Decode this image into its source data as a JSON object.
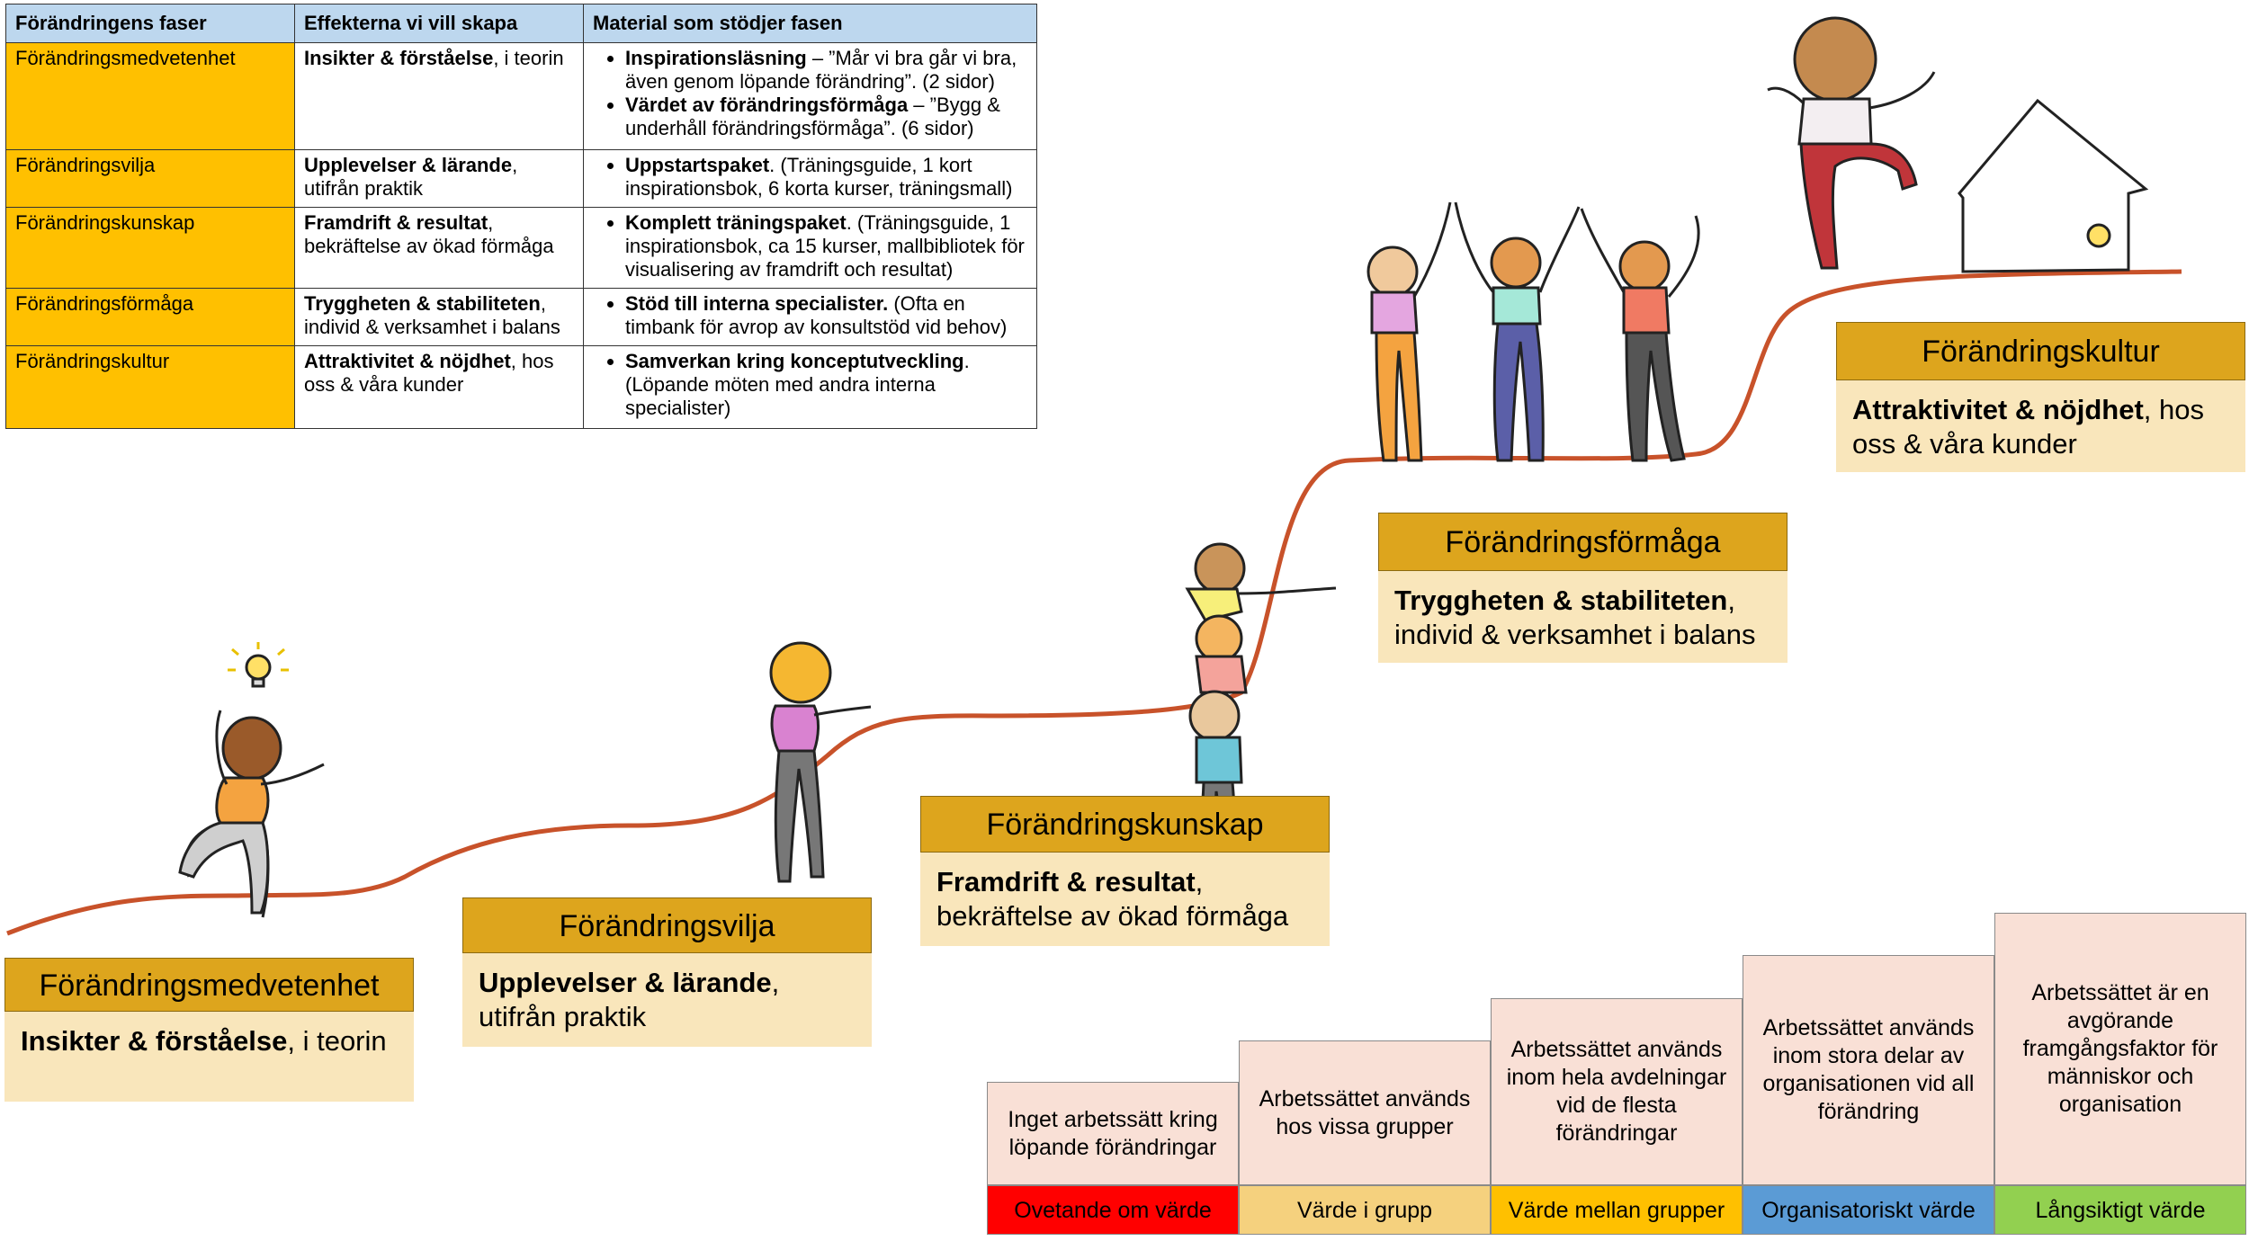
{
  "table": {
    "headers": [
      "Förändringens faser",
      "Effekterna vi vill skapa",
      "Material som stödjer fasen"
    ],
    "rows": [
      {
        "phase": "Förändringsmedvetenhet",
        "effect_bold": "Insikter & förståelse",
        "effect_rest": ", i teorin",
        "materials": [
          {
            "bold": "Inspirationsläsning",
            "rest": " – ”Mår vi bra går vi bra, även genom löpande förändring”. (2 sidor)"
          },
          {
            "bold": "Värdet av förändringsförmåga",
            "rest": " – ”Bygg & underhåll förändringsförmåga”. (6 sidor)"
          }
        ]
      },
      {
        "phase": "Förändringsvilja",
        "effect_bold": "Upplevelser & lärande",
        "effect_rest": ", utifrån praktik",
        "materials": [
          {
            "bold": "Uppstartspaket",
            "rest": ". (Träningsguide, 1 kort inspirationsbok, 6 korta kurser, träningsmall)"
          }
        ]
      },
      {
        "phase": "Förändringskunskap",
        "effect_bold": "Framdrift & resultat",
        "effect_rest": ", bekräftelse av ökad förmåga",
        "materials": [
          {
            "bold": "Komplett träningspaket",
            "rest": ". (Träningsguide, 1 inspirationsbok, ca 15 kurser, mallbibliotek för visualisering av framdrift och resultat)"
          }
        ]
      },
      {
        "phase": "Förändringsförmåga",
        "effect_bold": "Tryggheten & stabiliteten",
        "effect_rest": ", individ & verksamhet i balans",
        "materials": [
          {
            "bold": "Stöd till interna specialister.",
            "rest": " (Ofta en timbank för avrop av konsultstöd vid behov)"
          }
        ]
      },
      {
        "phase": "Förändringskultur",
        "effect_bold": "Attraktivitet & nöjdhet",
        "effect_rest": ", hos oss & våra kunder",
        "materials": [
          {
            "bold": "Samverkan kring konceptutveckling",
            "rest": ". (Löpande möten med andra interna specialister)"
          }
        ]
      }
    ]
  },
  "stages": [
    {
      "title": "Förändringsmedvetenhet",
      "bold": "Insikter & förståelse",
      "rest": ", i teorin"
    },
    {
      "title": "Förändringsvilja",
      "bold": "Upplevelser & lärande",
      "rest": ", utifrån praktik"
    },
    {
      "title": "Förändringskunskap",
      "bold": "Framdrift & resultat",
      "rest": ", bekräftelse av ökad förmåga"
    },
    {
      "title": "Förändringsförmåga",
      "bold": "Tryggheten & stabiliteten",
      "rest": ", individ & verksamhet i balans"
    },
    {
      "title": "Förändringskultur",
      "bold": "Attraktivitet & nöjdhet",
      "rest": ", hos oss & våra kunder"
    }
  ],
  "maturity": [
    {
      "text": "Inget arbetssätt kring löpande förändringar",
      "label": "Ovetande om värde",
      "color": "#ff0000"
    },
    {
      "text": "Arbetssättet används hos vissa grupper",
      "label": "Värde i grupp",
      "color": "#f5d17e"
    },
    {
      "text": "Arbetssättet används inom hela avdelningar vid de flesta förändringar",
      "label": "Värde mellan grupper",
      "color": "#ffc000"
    },
    {
      "text": "Arbetssättet används inom stora delar av organisationen vid all förändring",
      "label": "Organisatoriskt värde",
      "color": "#5b9bd5"
    },
    {
      "text": "Arbetssättet är en avgörande framgångsfaktor för människor och organisation",
      "label": "Långsiktigt värde",
      "color": "#92d050"
    }
  ],
  "colors": {
    "path": "#c8522a",
    "stage_title_bg": "#dda51d",
    "stage_desc_bg": "#f9e6bb",
    "table_header_bg": "#bdd7ee",
    "table_phase_bg": "#ffc000",
    "maturity_box_bg": "#f9e0d6"
  },
  "icons": [
    "lightbulb-icon",
    "house-icon"
  ]
}
